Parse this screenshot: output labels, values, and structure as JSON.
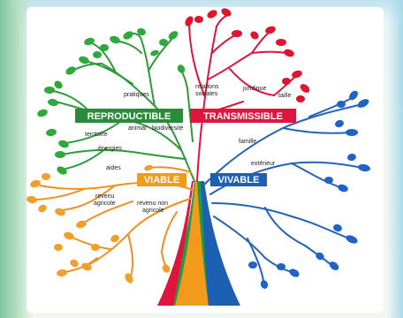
{
  "colors": {
    "green": "#2f9a3a",
    "red": "#e0143c",
    "blue": "#2463b8",
    "orange": "#f08f1e",
    "leaf_green": "#2fa83c",
    "leaf_red": "#e3122f",
    "leaf_blue": "#1f63c9",
    "leaf_orange": "#f0a02a"
  },
  "branches": {
    "reproductible": "REPRODUCTIBLE",
    "transmissible": "TRANSMISSIBLE",
    "viable": "VIABLE",
    "vivable": "VIVABLE"
  },
  "labels": {
    "pratiques": "pratiques",
    "territoire": "territoire",
    "energies": "énergies",
    "animal": "animal",
    "biodiversite": "biodiversité",
    "relations_l1": "relations",
    "relations_l2": "sociales",
    "juridique": "juridique",
    "taille": "taille",
    "famille": "famille",
    "exterieur": "extérieur",
    "aides": "aides",
    "revenu_agricole_l1": "revenu",
    "revenu_agricole_l2": "agricole",
    "revenu_non_l1": "revenu non",
    "revenu_non_l2": "agricole"
  }
}
